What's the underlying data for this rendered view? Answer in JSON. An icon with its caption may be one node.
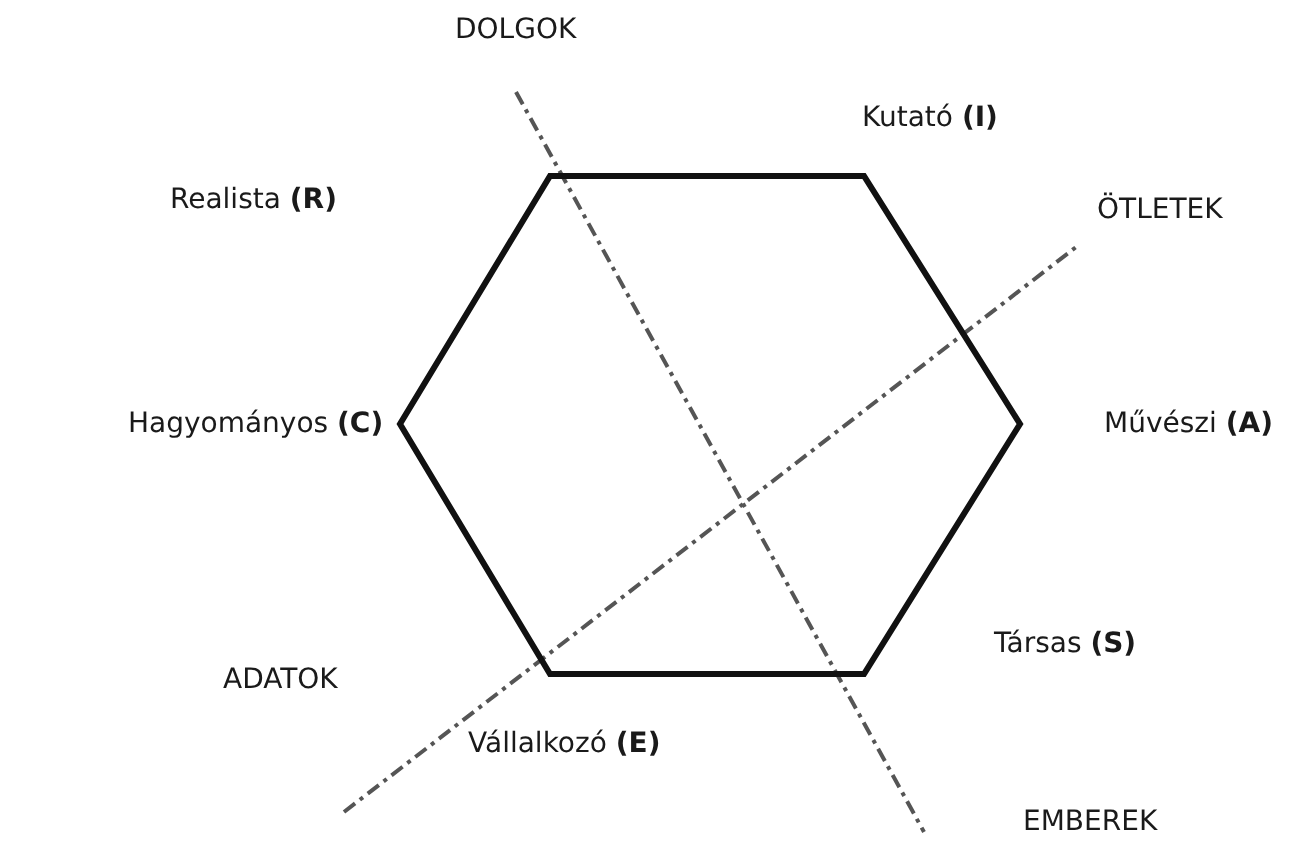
{
  "diagram": {
    "labels": [
      "DOLGOK",
      "Kutató **(I)**",
      "Realista **(R)**",
      "ÖTLETEK",
      "Hagyományos **(C)**",
      "Művészi **(A)**",
      "ADATOK",
      "Társas **(S)**",
      "Vállalkozó **(E)**",
      "EMBEREK"
    ]
  }
}
